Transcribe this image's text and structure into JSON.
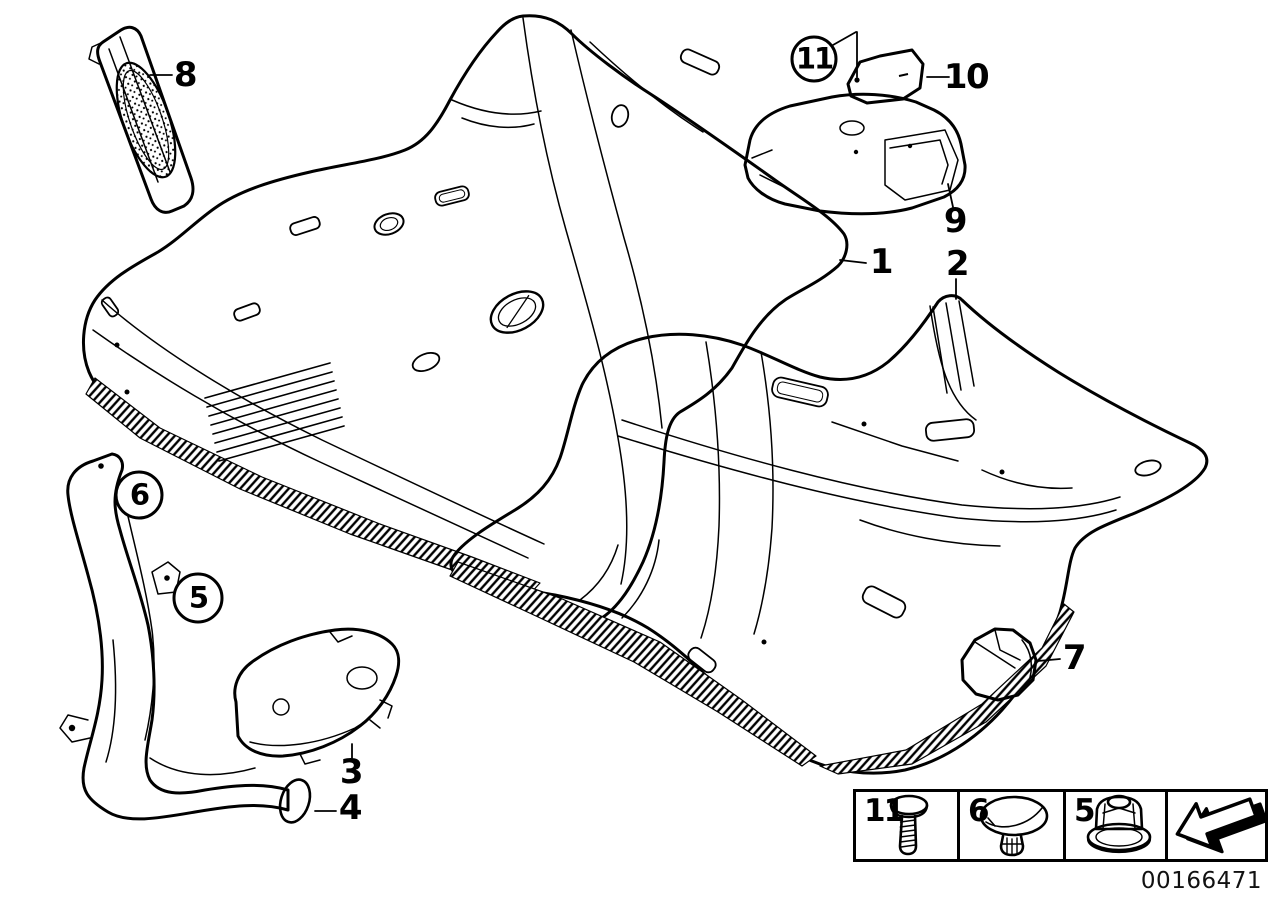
{
  "image_id": "00166471",
  "callouts": {
    "n1": "1",
    "n2": "2",
    "n3": "3",
    "n4": "4",
    "n5": "5",
    "n6": "6",
    "n7": "7",
    "n8": "8",
    "n9": "9",
    "n10": "10",
    "n11": "11"
  },
  "legend": {
    "items": [
      {
        "label": "11",
        "icon": "screw-icon"
      },
      {
        "label": "6",
        "icon": "clip-icon"
      },
      {
        "label": "5",
        "icon": "nut-icon"
      },
      {
        "label": "",
        "icon": "direction-arrow-icon"
      }
    ]
  },
  "colors": {
    "line": "#000000",
    "background": "#ffffff"
  }
}
